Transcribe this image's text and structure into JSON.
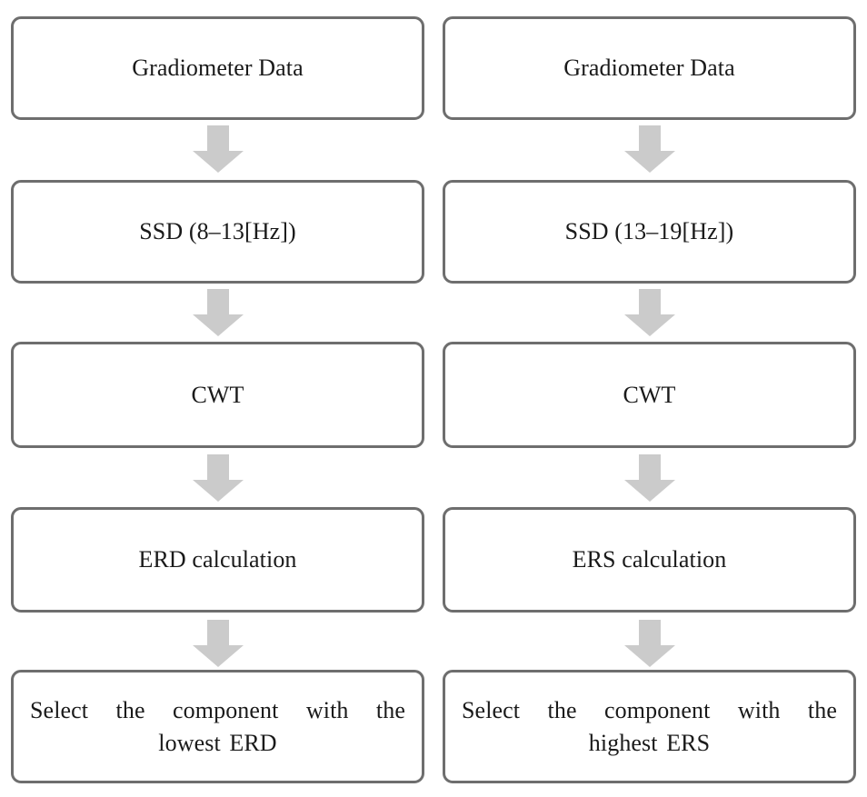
{
  "diagram": {
    "title": "EEG/MEG processing pipeline flowchart",
    "node_border_color": "#6e6e6e",
    "node_fill_color": "#ffffff",
    "arrow_color": "#cccccc",
    "text_color": "#1a1a1a",
    "columns": [
      {
        "id": "erd-pipeline",
        "nodes": [
          {
            "id": "gradiometer-data",
            "label": "Gradiometer  Data"
          },
          {
            "id": "ssd-alpha",
            "label": "SSD (8–13[Hz])"
          },
          {
            "id": "cwt",
            "label": "CWT"
          },
          {
            "id": "erd-calculation",
            "label": "ERD calculation"
          },
          {
            "id": "select-lowest-erd",
            "label": "Select the component with the lowest ERD",
            "line1": "Select the component with the",
            "line2": "lowest ERD"
          }
        ],
        "arrows": [
          {
            "id": "arrow-1",
            "direction": "down"
          },
          {
            "id": "arrow-2",
            "direction": "down"
          },
          {
            "id": "arrow-3",
            "direction": "down"
          },
          {
            "id": "arrow-4",
            "direction": "down"
          }
        ]
      },
      {
        "id": "ers-pipeline",
        "nodes": [
          {
            "id": "gradiometer-data",
            "label": "Gradiometer  Data"
          },
          {
            "id": "ssd-beta",
            "label": "SSD (13–19[Hz])"
          },
          {
            "id": "cwt",
            "label": "CWT"
          },
          {
            "id": "ers-calculation",
            "label": "ERS calculation"
          },
          {
            "id": "select-highest-ers",
            "label": "Select the component with the highest ERS",
            "line1": "Select the component with the",
            "line2": "highest  ERS"
          }
        ],
        "arrows": [
          {
            "id": "arrow-1",
            "direction": "down"
          },
          {
            "id": "arrow-2",
            "direction": "down"
          },
          {
            "id": "arrow-3",
            "direction": "down"
          },
          {
            "id": "arrow-4",
            "direction": "down"
          }
        ]
      }
    ]
  }
}
